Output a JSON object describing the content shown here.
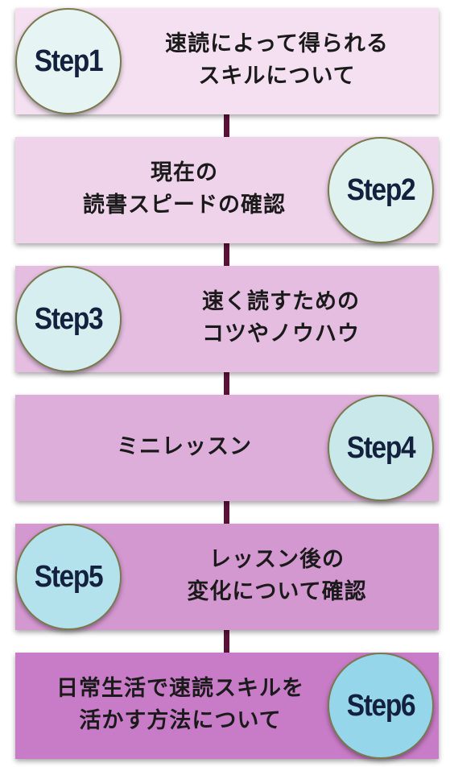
{
  "steps": [
    {
      "badge": "Step1",
      "lines": [
        "速読によって得られる",
        "スキルについて"
      ],
      "box_color": "#f4e0f0",
      "badge_color": "#e6f5f3"
    },
    {
      "badge": "Step2",
      "lines": [
        "現在の",
        "読書スピードの確認"
      ],
      "box_color": "#efd3ea",
      "badge_color": "#dff2ef"
    },
    {
      "badge": "Step3",
      "lines": [
        "速く読すための",
        "コツやノウハウ"
      ],
      "box_color": "#e4bde0",
      "badge_color": "#d6eef0"
    },
    {
      "badge": "Step4",
      "lines": [
        "ミニレッスン"
      ],
      "box_color": "#dcaed9",
      "badge_color": "#c8e8ea"
    },
    {
      "badge": "Step5",
      "lines": [
        "レッスン後の",
        "変化について確認"
      ],
      "box_color": "#d498d0",
      "badge_color": "#b3e1ec"
    },
    {
      "badge": "Step6",
      "lines": [
        "日常生活で速読スキルを",
        "活かす方法について"
      ],
      "box_color": "#c87bc6",
      "badge_color": "#95d6ea"
    }
  ],
  "connector_color": "#5a1238"
}
